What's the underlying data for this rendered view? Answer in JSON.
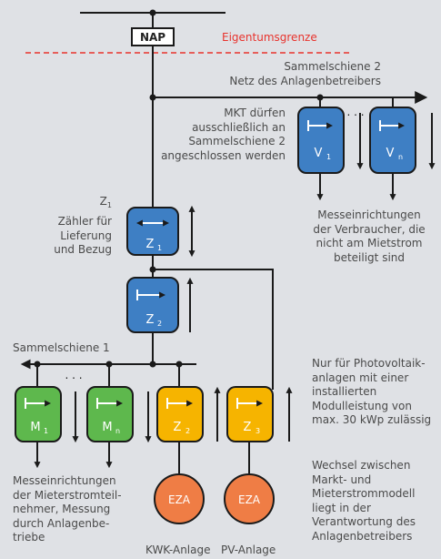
{
  "top": {
    "nap": "NAP",
    "eigentumsgrenze": "Eigentumsgrenze"
  },
  "sammelschiene2": {
    "lines": [
      "Sammelschiene 2",
      "Netz des Anlagenbetreibers"
    ]
  },
  "mkt_note": {
    "lines": [
      "MKT dürfen",
      "ausschließlich an",
      "Sammelschiene 2",
      "angeschlossen werden"
    ]
  },
  "z1_label": {
    "lines": [
      "Zähler für",
      "Lieferung",
      "und Bezug"
    ]
  },
  "sammelschiene1": "Sammelschiene 1",
  "meters": {
    "z1": {
      "letter": "Z",
      "sub": "1"
    },
    "z2_top": {
      "letter": "Z",
      "sub": "2"
    },
    "v1": {
      "letter": "V",
      "sub": "1"
    },
    "vn": {
      "letter": "V",
      "sub": "n"
    },
    "m1": {
      "letter": "M",
      "sub": "1"
    },
    "mn": {
      "letter": "M",
      "sub": "n"
    },
    "z2_bottom": {
      "letter": "Z",
      "sub": "2"
    },
    "z3": {
      "letter": "Z",
      "sub": "3"
    }
  },
  "ellipsis": ". . .",
  "verbraucher_note": {
    "lines": [
      "Messeinrichtungen",
      "der Verbraucher, die",
      "nicht am Mietstrom",
      "beteiligt sind"
    ]
  },
  "mieter_note": {
    "lines": [
      "Messeinrichtungen",
      "der Mieterstromteil-",
      "nehmer, Messung",
      "durch Anlagenbe-",
      "triebe"
    ]
  },
  "pv_note": {
    "lines": [
      "Nur für Photovoltaik-",
      "anlagen mit einer",
      "installierten",
      "Modulleistung von",
      "max. 30 kWp zulässig"
    ]
  },
  "wechsel_note": {
    "lines": [
      "Wechsel zwischen",
      "Markt- und",
      "Mieterstrommodell",
      "liegt in der",
      "Verantwortung des",
      "Anlagenbetreibers"
    ]
  },
  "eza": {
    "left": "EZA",
    "right": "EZA",
    "left_caption": "KWK-Anlage",
    "right_caption": "PV-Anlage"
  },
  "colors": {
    "background": "#dfe1e5",
    "line": "#1a1a1a",
    "boundary_red": "#e8332d",
    "meter_blue": "#3e7fc4",
    "meter_green": "#5eb84d",
    "meter_yellow": "#f6b400",
    "eza_orange": "#ef7d45",
    "text": "#4a4a4a"
  },
  "icons": {
    "meter_direction": "arrow-right-with-bar-icon",
    "meter_bidirectional": "double-arrow-icon"
  }
}
